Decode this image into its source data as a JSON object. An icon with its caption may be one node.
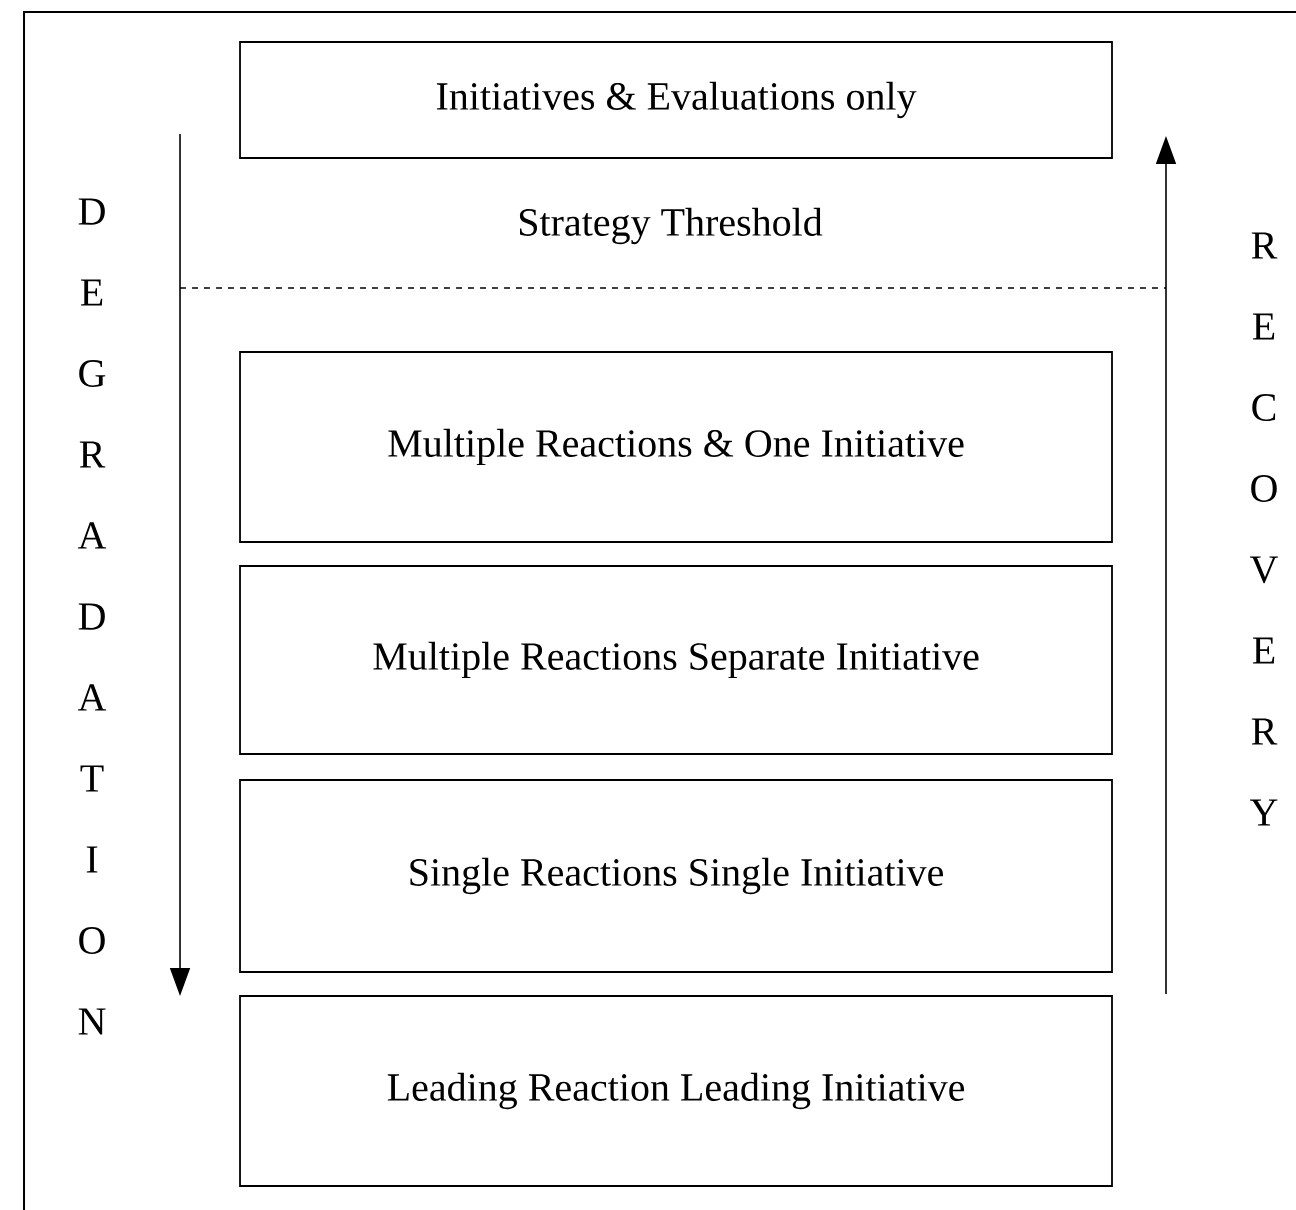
{
  "diagram": {
    "nodes": [
      {
        "text": [
          "Initiatives & Evaluations only"
        ]
      },
      {
        "text": [
          "Multiple Reactions & One Initiative"
        ]
      },
      {
        "text": [
          "Multiple Reactions Separate Initiative"
        ]
      },
      {
        "text": [
          "Single Reactions Single Initiative"
        ]
      },
      {
        "text": [
          "Leading Reaction Leading Initiative"
        ]
      }
    ],
    "labels": [
      "Strategy Threshold",
      "DEGRADATION",
      "RECOVERY"
    ]
  }
}
